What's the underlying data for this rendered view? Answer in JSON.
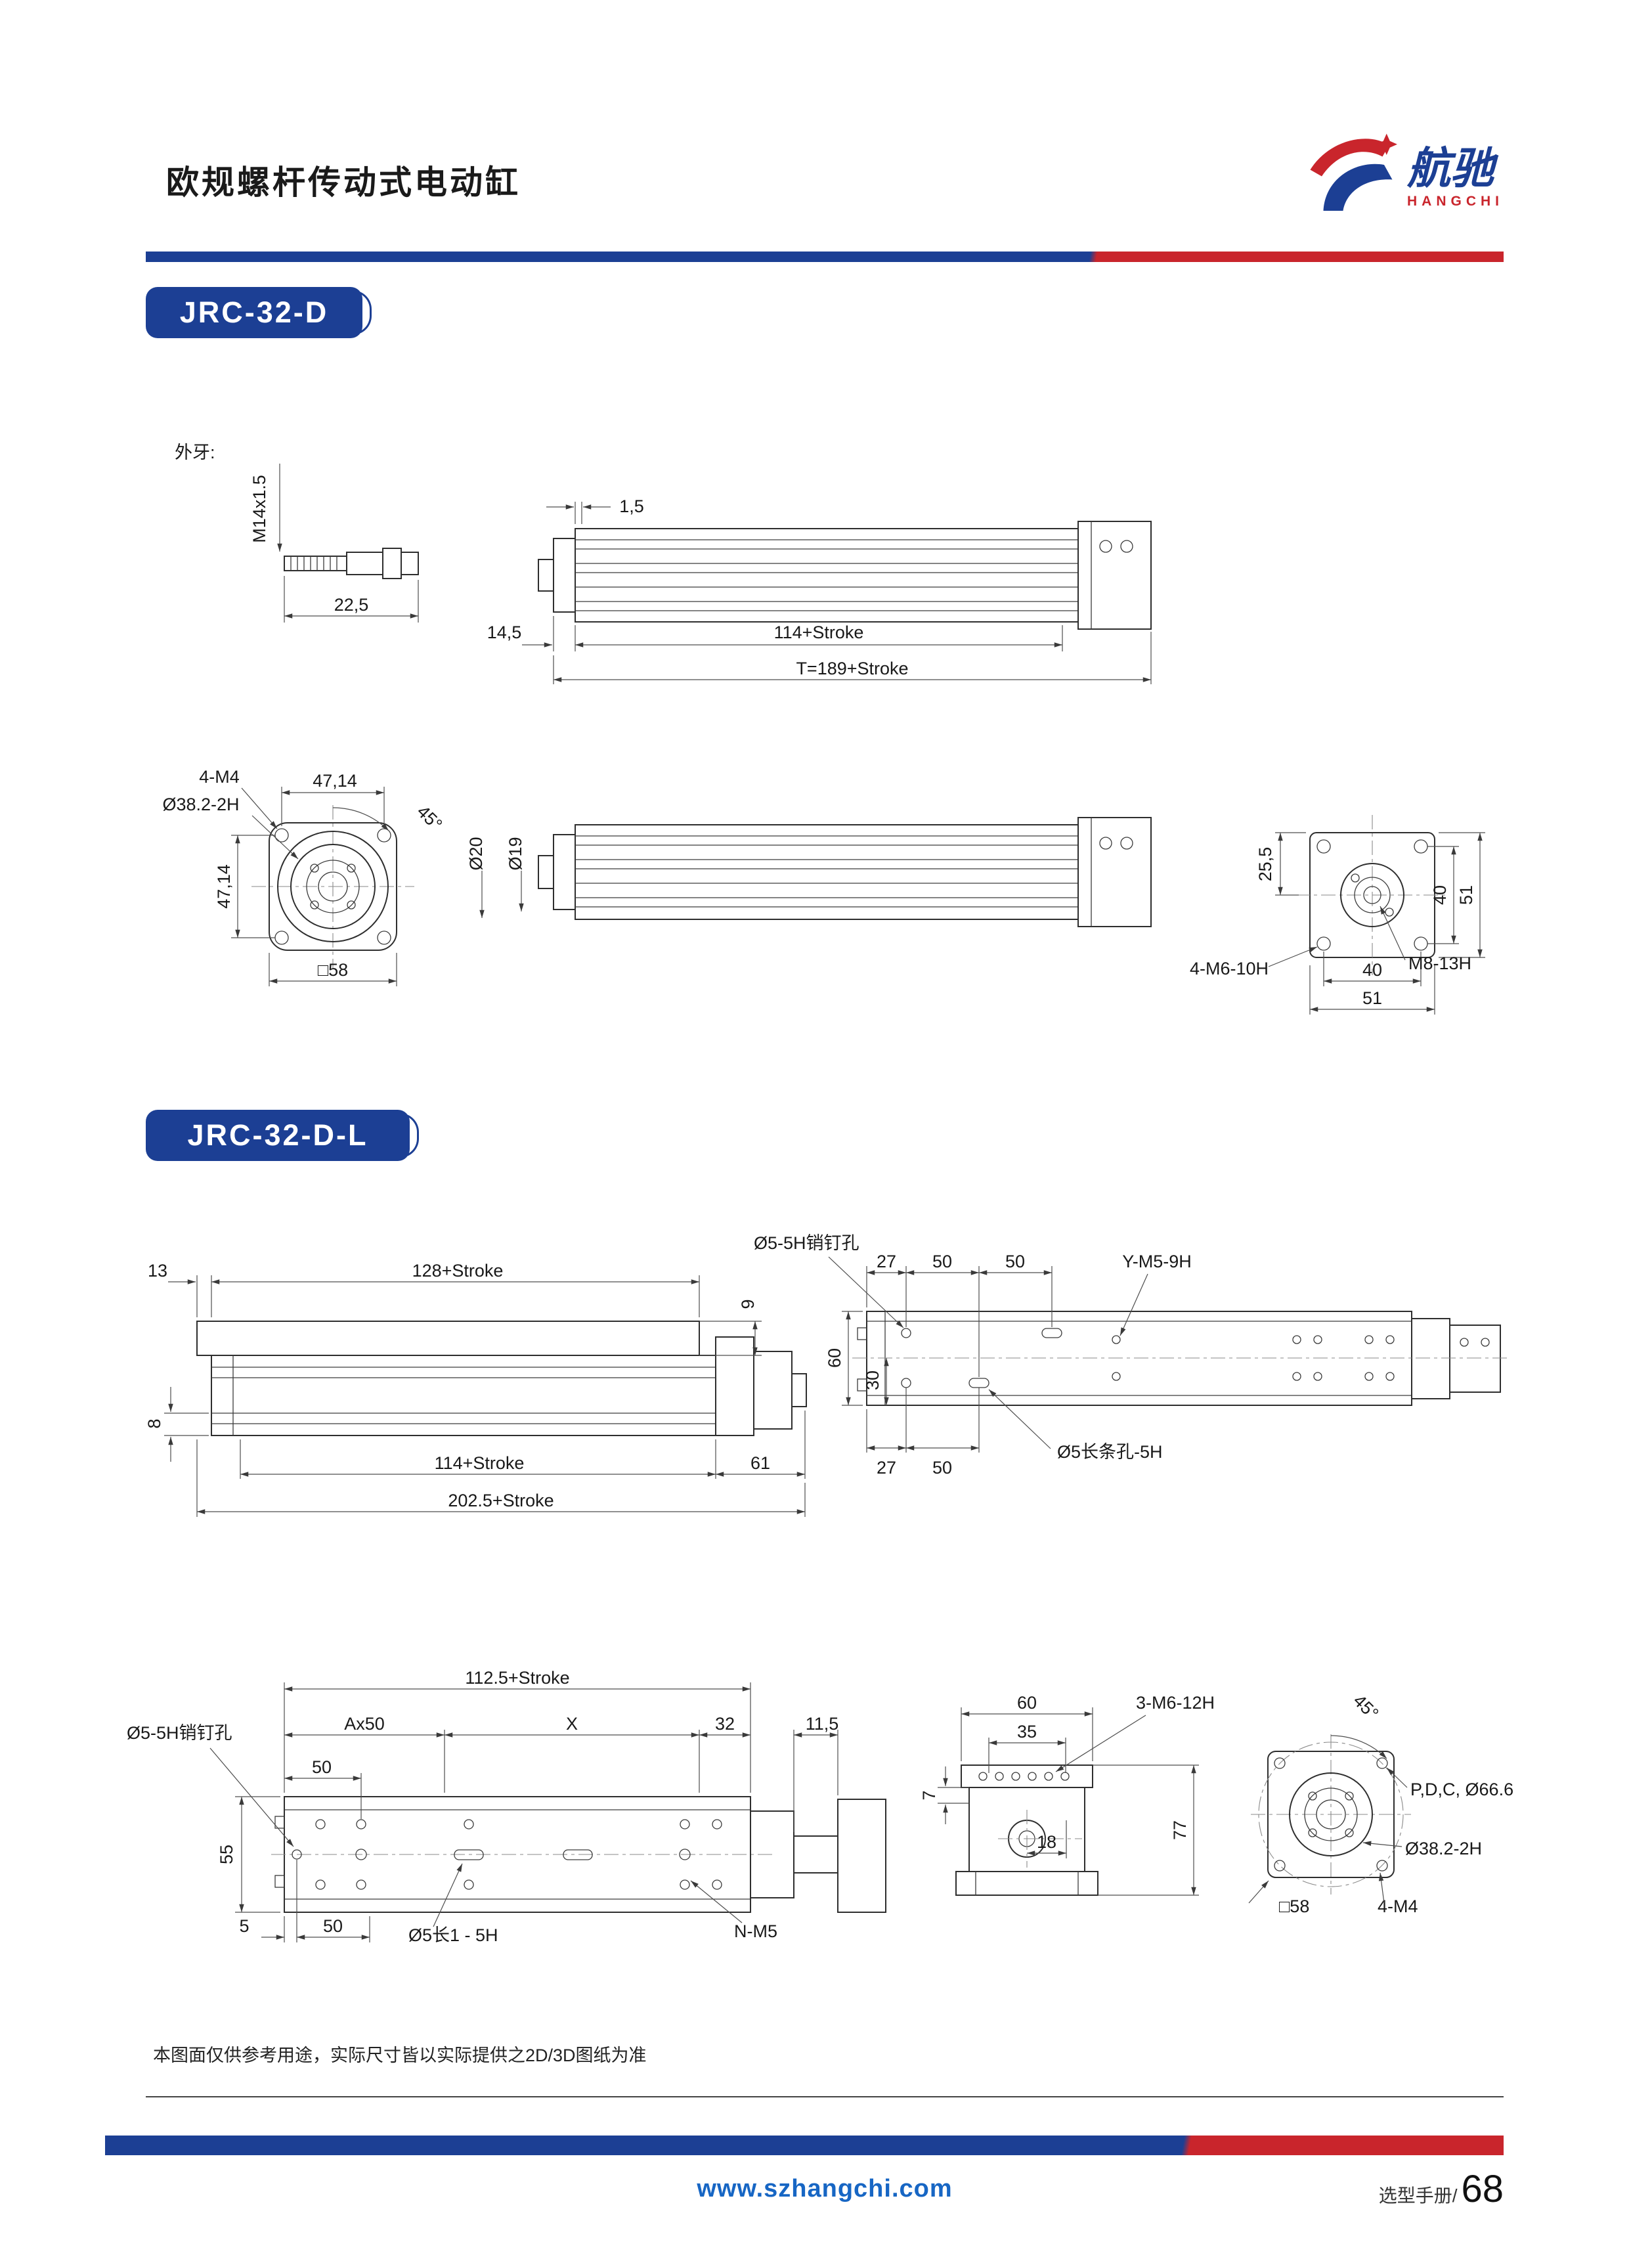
{
  "header": {
    "title": "欧规螺杆传动式电动缸",
    "logo_cn": "航驰",
    "logo_en": "HANGCHI"
  },
  "badge1": "JRC-32-D",
  "badge2": "JRC-32-D-L",
  "d1": {
    "thread_label": "外牙:",
    "thread_spec": "M14x1.5",
    "rod_len": "22,5",
    "gap": "1,5",
    "offset": "14,5",
    "body_len": "114+Stroke",
    "total_len": "T=189+Stroke"
  },
  "d2": {
    "holes": "4-M4",
    "width": "47,14",
    "bore": "Ø38.2-2H",
    "angle": "45°",
    "height": "47,14",
    "square": "□58"
  },
  "d3": {
    "d20": "Ø20",
    "d19": "Ø19"
  },
  "d4": {
    "half": "25,5",
    "spacing_v": "40",
    "size_v": "51",
    "holes": "4-M6-10H",
    "spacing_h": "40",
    "center_thread": "M8-13H",
    "size_h": "51"
  },
  "d5": {
    "offset13": "13",
    "slide_len": "128+Stroke",
    "h9": "9",
    "h8": "8",
    "body_len": "114+Stroke",
    "end_len": "61",
    "total_len": "202.5+Stroke"
  },
  "d6": {
    "pin_label": "Ø5-5H销钉孔",
    "t27": "27",
    "t50a": "50",
    "t50b": "50",
    "thread": "Y-M5-9H",
    "w60": "60",
    "w30": "30",
    "b27": "27",
    "b50": "50",
    "slot_label": "Ø5长条孔-5H"
  },
  "d7": {
    "total": "112.5+Stroke",
    "ax50": "Ax50",
    "x": "X",
    "d32": "32",
    "d115": "11,5",
    "pin_label": "Ø5-5H销钉孔",
    "t50": "50",
    "w55": "55",
    "d5": "5",
    "b50": "50",
    "slot_label": "Ø5长1 - 5H",
    "thread": "N-M5"
  },
  "d8": {
    "w60": "60",
    "holes": "3-M6-12H",
    "w35": "35",
    "h7": "7",
    "d18": "18",
    "h77": "77"
  },
  "d9": {
    "angle": "45°",
    "pcd": "P,D,C, Ø66.6",
    "bore": "Ø38.2-2H",
    "square": "□58",
    "holes": "4-M4"
  },
  "footer": {
    "note": "本图面仅供参考用途，实际尺寸皆以实际提供之2D/3D图纸为准",
    "website": "www.szhangchi.com",
    "manual_label": "选型手册/",
    "page_number": "68"
  }
}
